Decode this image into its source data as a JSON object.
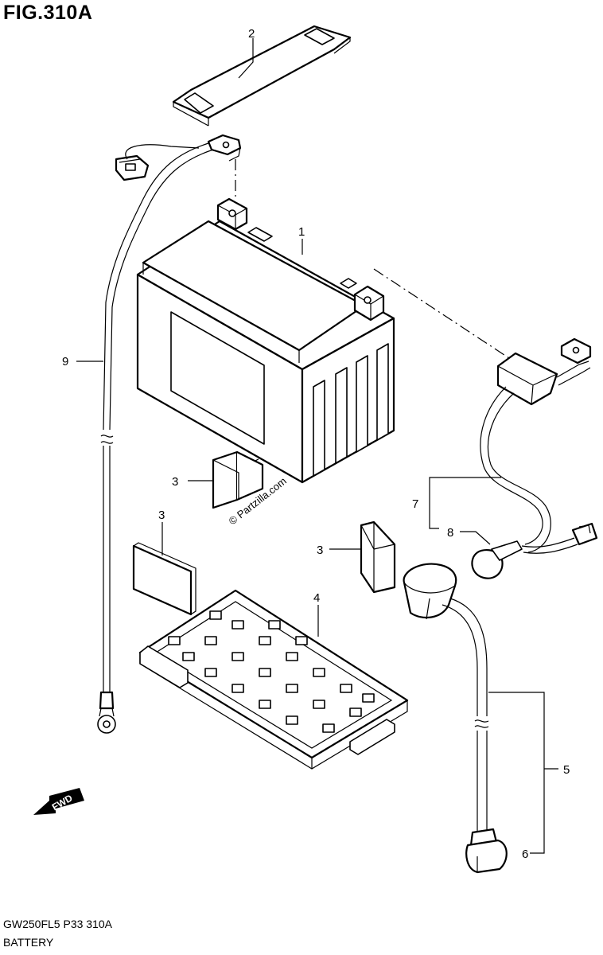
{
  "figure": {
    "title": "FIG.310A",
    "code": "GW250FL5  P33  310A",
    "name": "BATTERY"
  },
  "watermark": "© Partzilla.com",
  "fwd_label": "FWD",
  "callouts": {
    "c1": "1",
    "c2": "2",
    "c3a": "3",
    "c3b": "3",
    "c3c": "3",
    "c4": "4",
    "c5": "5",
    "c6": "6",
    "c7": "7",
    "c8": "8",
    "c9": "9"
  },
  "parts": [
    {
      "ref": "1",
      "part": "battery"
    },
    {
      "ref": "2",
      "part": "battery-band"
    },
    {
      "ref": "3",
      "part": "cushion-pad"
    },
    {
      "ref": "4",
      "part": "battery-tray"
    },
    {
      "ref": "5",
      "part": "positive-cable"
    },
    {
      "ref": "6",
      "part": "terminal-cap"
    },
    {
      "ref": "7",
      "part": "starter-cable"
    },
    {
      "ref": "8",
      "part": "terminal-cap"
    },
    {
      "ref": "9",
      "part": "ground-lead"
    }
  ]
}
